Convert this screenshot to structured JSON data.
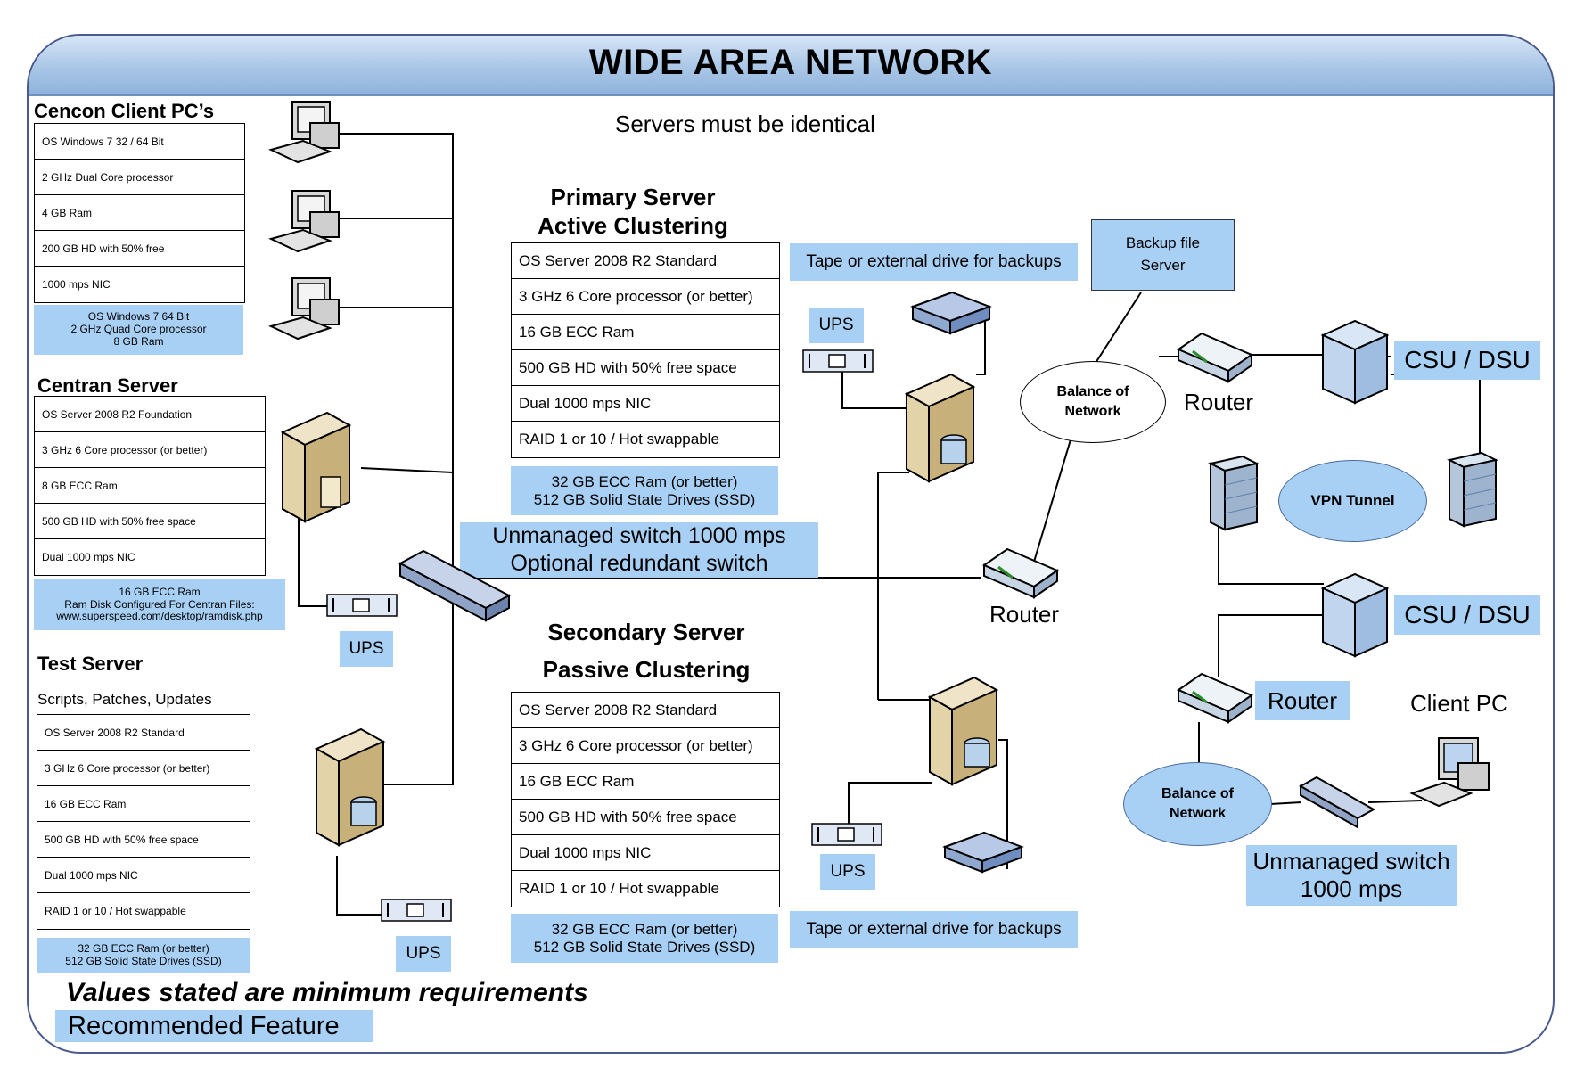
{
  "title": "WIDE AREA NETWORK",
  "note_identical": "Servers must be identical",
  "client_pcs": {
    "heading": "Cencon Client PC’s",
    "rows": [
      "OS Windows 7 32 / 64 Bit",
      "2 GHz Dual Core processor",
      "4 GB Ram",
      "200 GB HD with 50% free",
      "1000 mps NIC"
    ],
    "recommended": [
      "OS Windows 7 64 Bit",
      "2 GHz Quad Core processor",
      "8 GB Ram"
    ]
  },
  "centran_server": {
    "heading": "Centran Server",
    "rows": [
      "OS Server 2008 R2 Foundation",
      "3 GHz 6 Core  processor (or better)",
      "8 GB ECC Ram",
      "500 GB HD with 50% free space",
      "Dual 1000 mps NIC"
    ],
    "recommended": [
      "16 GB ECC Ram",
      "Ram Disk Configured For Centran Files:",
      "www.superspeed.com/desktop/ramdisk.php"
    ]
  },
  "test_server": {
    "heading": "Test Server",
    "subheading": "Scripts, Patches, Updates",
    "rows": [
      "OS Server 2008 R2 Standard",
      "3 GHz 6 Core processor (or better)",
      "16 GB ECC Ram",
      "500 GB HD with 50% free space",
      "Dual 1000 mps NIC",
      "RAID 1 or 10 / Hot swappable"
    ],
    "recommended": [
      "32 GB ECC Ram (or better)",
      "512 GB Solid State Drives (SSD)"
    ]
  },
  "primary_server": {
    "heading_line1": "Primary Server",
    "heading_line2": "Active Clustering",
    "rows": [
      "OS Server 2008 R2 Standard",
      "3 GHz 6 Core processor (or better)",
      "16 GB ECC Ram",
      "500 GB HD with 50% free space",
      "Dual 1000 mps NIC",
      "RAID 1 or 10 / Hot swappable"
    ],
    "recommended": [
      "32 GB ECC Ram (or better)",
      "512 GB Solid State Drives (SSD)"
    ]
  },
  "secondary_server": {
    "heading_line1": "Secondary Server",
    "heading_line2": "Passive Clustering",
    "rows": [
      "OS Server 2008 R2 Standard",
      "3 GHz 6 Core processor (or better)",
      "16 GB ECC Ram",
      "500 GB HD with 50% free space",
      "Dual 1000 mps NIC",
      "RAID 1 or 10 / Hot swappable"
    ],
    "recommended": [
      "32 GB ECC Ram (or better)",
      "512 GB Solid State Drives (SSD)"
    ]
  },
  "switch_label": [
    "Unmanaged switch 1000 mps",
    "Optional redundant switch"
  ],
  "tape_top": "Tape or external drive for backups",
  "tape_bottom": "Tape or external drive for backups",
  "ups_label": "UPS",
  "backup_file_server": [
    "Backup file",
    "Server"
  ],
  "balance_of_network": [
    "Balance of",
    "Network"
  ],
  "router_label": "Router",
  "csu_dsu_label": "CSU / DSU",
  "vpn_tunnel": "VPN Tunnel",
  "client_pc_label": "Client PC",
  "remote_switch": [
    "Unmanaged switch",
    "1000 mps"
  ],
  "footer_note": "Values stated are minimum requirements",
  "legend_recommended": "Recommended Feature",
  "colors": {
    "recommended_fill": "#a8d0f5",
    "banner": "#a9c6e6",
    "frame_border": "#4a5a8c"
  }
}
